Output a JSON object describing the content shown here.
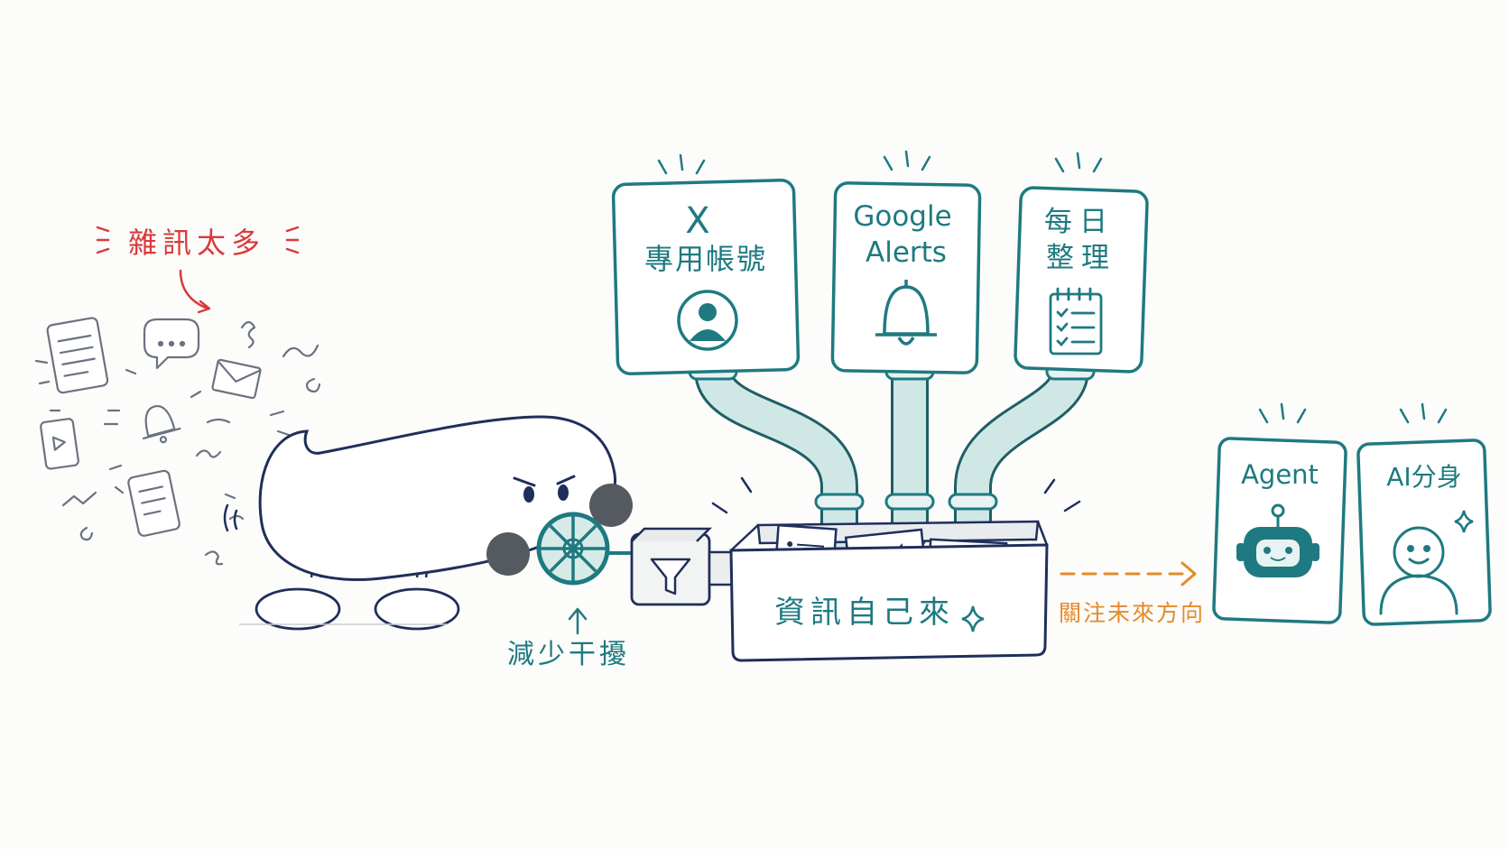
{
  "labels": {
    "noise": "雜訊太多",
    "reduce": "減少干擾",
    "self_arrive": "資訊自己來",
    "future": "關注未來方向"
  },
  "cards": [
    {
      "title_line1": "X",
      "title_line2": "專用帳號",
      "icon": "user-avatar-icon"
    },
    {
      "title_line1": "Google",
      "title_line2": "Alerts",
      "icon": "bell-icon"
    },
    {
      "title_line1": "每日",
      "title_line2": "整理",
      "icon": "checklist-icon"
    }
  ],
  "outputs": [
    {
      "title": "Agent",
      "icon": "robot-icon"
    },
    {
      "title": "AI分身",
      "icon": "person-icon"
    }
  ],
  "colors": {
    "teal": "#1e7a80",
    "teal_light": "#cfe8e6",
    "navy": "#1f2f5a",
    "red": "#d93a3a",
    "orange": "#e48a2a",
    "noise_gray": "#6b7280"
  }
}
